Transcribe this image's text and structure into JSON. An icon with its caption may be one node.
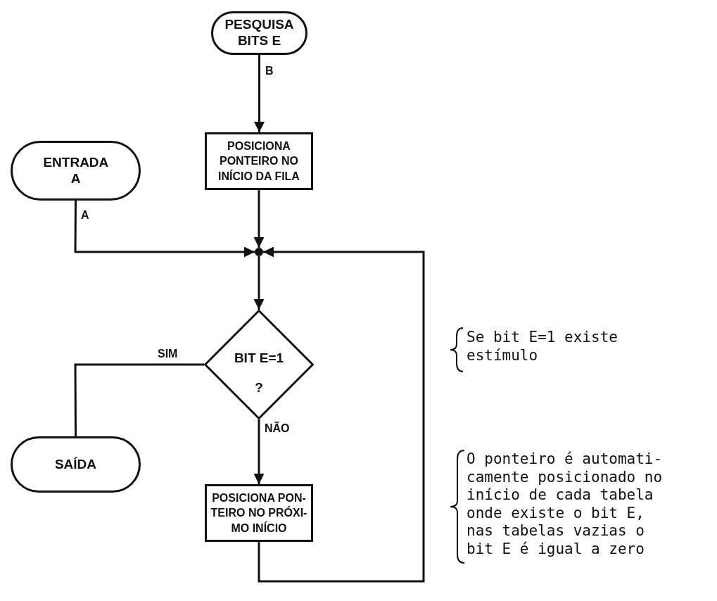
{
  "diagram": {
    "nodes": [
      {
        "text": [
          "PESQUISA BITS E"
        ]
      },
      {
        "text": [
          "POSICIONA PONTEIRO NO INÍCIO DA FILA"
        ]
      },
      {
        "text": [
          "ENTRADA A"
        ]
      },
      {
        "text": [],
        "shape": "circle"
      },
      {
        "text": [
          "BIT E=1",
          "?"
        ]
      },
      {
        "text": [
          "SAÍDA"
        ]
      },
      {
        "text": [
          "POSICIONA PON- TEIRO NO PRÓXI- MO INÍCIO"
        ]
      }
    ],
    "edges": [
      {
        "from": 0,
        "to": 1,
        "arrow": "to",
        "label": "B"
      },
      {
        "from": 1,
        "to": 3,
        "arrow": "to"
      },
      {
        "from": 2,
        "to": 3,
        "arrow": "to",
        "label": "A"
      },
      {
        "from": 3,
        "to": 4,
        "arrow": "to"
      },
      {
        "from": 4,
        "to": 5,
        "arrow": "none",
        "label": "SIM"
      },
      {
        "from": 4,
        "to": 6,
        "arrow": "to",
        "label": "NÃO"
      },
      {
        "from": 6,
        "to": 3,
        "arrow": "to"
      }
    ],
    "labels": [
      "Se bit E=1 existe estímulo",
      "O ponteiro é automati- camente posicionado no início de cada tabela onde existe o bit E, nas tabelas vazias o bit E é igual a zero"
    ]
  }
}
